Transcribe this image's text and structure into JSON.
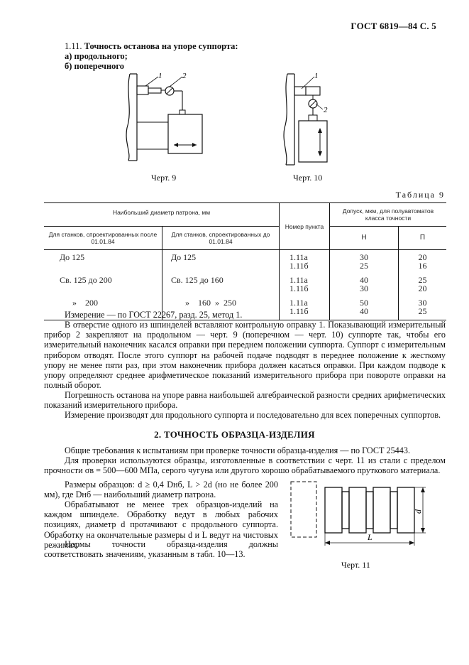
{
  "header": "ГОСТ 6819—84 С. 5",
  "section_1_11": {
    "title_num": "1.11.",
    "title_text": "Точность останова на упоре суппорта:",
    "item_a": "а) продольного;",
    "item_b": "б) поперечного"
  },
  "figures": {
    "fig9_caption": "Черт. 9",
    "fig10_caption": "Черт. 10",
    "fig11_caption": "Черт. 11",
    "fig9_label1": "1",
    "fig9_label2": "2",
    "fig10_label1": "1",
    "fig10_label2": "2",
    "fig11_label_d": "d",
    "fig11_label_L": "L"
  },
  "table": {
    "title": "Таблица 9",
    "col_group": "Наибольший диаметр патрона, мм",
    "col_after": "Для станков, спроектированных после 01.01.84",
    "col_before": "Для станков, спроектированных до 01.01.84",
    "col_item": "Номер пункта",
    "col_tol": "Допуск, мкм, для полуавтоматов класса точности",
    "col_n": "Н",
    "col_p": "П",
    "rows": [
      {
        "after": "До 125",
        "before": "До 125",
        "items": "1.11а\n1.11б",
        "n": "30\n25",
        "p": "20\n16"
      },
      {
        "after": "Св. 125 до 200",
        "before": "Св. 125 до 160",
        "items": "1.11а\n1.11б",
        "n": "40\n30",
        "p": "25\n20"
      },
      {
        "after": "»    200",
        "before": "»    160  »  250",
        "items": "1.11а\n1.11б",
        "n": "50\n40",
        "p": "30\n25"
      }
    ]
  },
  "text": {
    "p1": "Измерение — по ГОСТ 22267, разд. 25, метод 1.",
    "p2": "В отверстие одного из шпинделей вставляют контрольную оправку 1. Показывающий измерительный прибор 2 закрепляют на продольном — черт. 9 (поперечном — черт. 10) суппорте так, чтобы его измерительный наконечник касался оправки при переднем положении суппорта. Суппорт с измерительным прибором отводят. После этого суппорт на рабочей подаче подводят в переднее положение к жесткому упору не менее пяти раз, при этом наконечник прибора должен касаться оправки. При каждом подводе к упору определяют среднее арифметическое показаний измерительного прибора при повороте оправки на полный оборот.",
    "p3": "Погрешность останова на упоре равна наибольшей алгебраической разности средних арифметических показаний измерительного прибора.",
    "p4": "Измерение производят для продольного суппорта и последовательно для всех поперечных суппортов.",
    "h2": "2. ТОЧНОСТЬ ОБРАЗЦА-ИЗДЕЛИЯ",
    "p5": "Общие требования к испытаниям при проверке точности образца-изделия — по ГОСТ 25443.",
    "p6": "Для проверки используются образцы, изготовленные в соответствии с черт. 11 из стали с пределом прочности σв = 500—600 МПа, серого чугуна или другого хорошо обрабатываемого пруткового материала.",
    "p7": "Размеры образцов: d ≥ 0,4 Dнб, L > 2d (но не более 200 мм), где Dнб — наибольший диаметр патрона.",
    "p8": "Обрабатывают не менее трех образцов-изделий на каждом шпинделе. Обработку ведут в любых рабочих позициях, диаметр d протачивают с продольного суппорта. Обработку на окончательные размеры d и L ведут на чистовых режимах.",
    "p9": "Нормы точности образца-изделия должны соответствовать значениям, указанным в табл. 10—13."
  }
}
